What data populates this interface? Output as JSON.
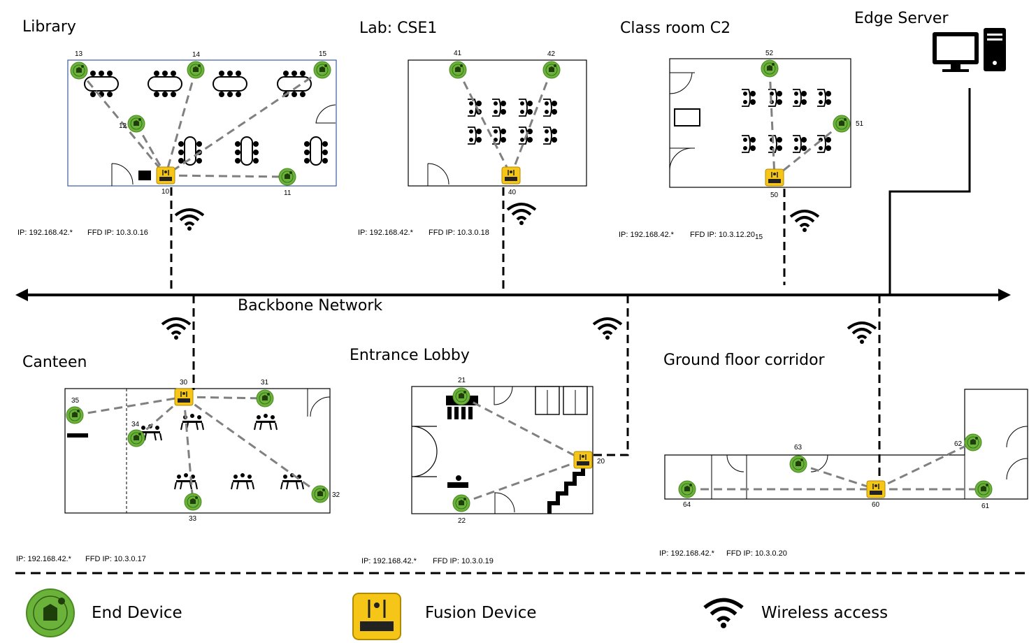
{
  "zones": [
    {
      "id": "library",
      "title": "Library",
      "ip": "IP: 192.168.42.*",
      "ffd": "FFD IP: 10.3.0.16"
    },
    {
      "id": "lab",
      "title": "Lab:  CSE1",
      "ip": "IP: 192.168.42.*",
      "ffd": "FFD IP: 10.3.0.18"
    },
    {
      "id": "class",
      "title": "Class room C2",
      "ip": "IP: 192.168.42.*",
      "ffd": "FFD IP: 10.3.12.20",
      "ffd_suffix": "15"
    },
    {
      "id": "canteen",
      "title": "Canteen",
      "ip": "IP: 192.168.42.*",
      "ffd": "FFD IP: 10.3.0.17"
    },
    {
      "id": "lobby",
      "title": "Entrance Lobby",
      "ip": "IP: 192.168.42.*",
      "ffd": "FFD IP: 10.3.0.19"
    },
    {
      "id": "corridor",
      "title": "Ground floor corridor",
      "ip": "IP: 192.168.42.*",
      "ffd": "FFD IP: 10.3.0.20"
    }
  ],
  "edge_server": {
    "title": "Edge Server",
    "icon": "desktop-computer-icon"
  },
  "backbone": {
    "label": "Backbone Network"
  },
  "node_labels": {
    "n10": "10",
    "n11": "11",
    "n12": "12",
    "n13": "13",
    "n14": "14",
    "n15": "15",
    "n40": "40",
    "n41": "41",
    "n42": "42",
    "n50": "50",
    "n51": "51",
    "n52": "52",
    "n30": "30",
    "n31": "31",
    "n32": "32",
    "n33": "33",
    "n34": "34",
    "n35": "35",
    "n20": "20",
    "n21": "21",
    "n22": "22",
    "n60": "60",
    "n61": "61",
    "n62": "62",
    "n63": "63",
    "n64": "64"
  },
  "legend": {
    "end_device": "End Device",
    "fusion_device": "Fusion Device",
    "wireless": "Wireless access"
  },
  "colors": {
    "end_device": "#6ab23a",
    "fusion_device": "#f5c518",
    "link": "#808080"
  }
}
